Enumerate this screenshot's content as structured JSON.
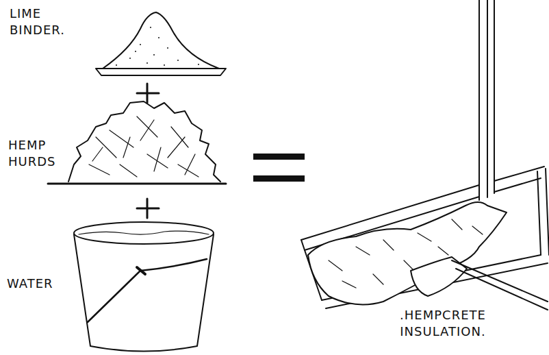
{
  "diagram": {
    "labels": [
      "LIME BINDER.",
      "HEMP HURDS",
      "WATER",
      ".HEMPCRETE INSULATION."
    ]
  }
}
